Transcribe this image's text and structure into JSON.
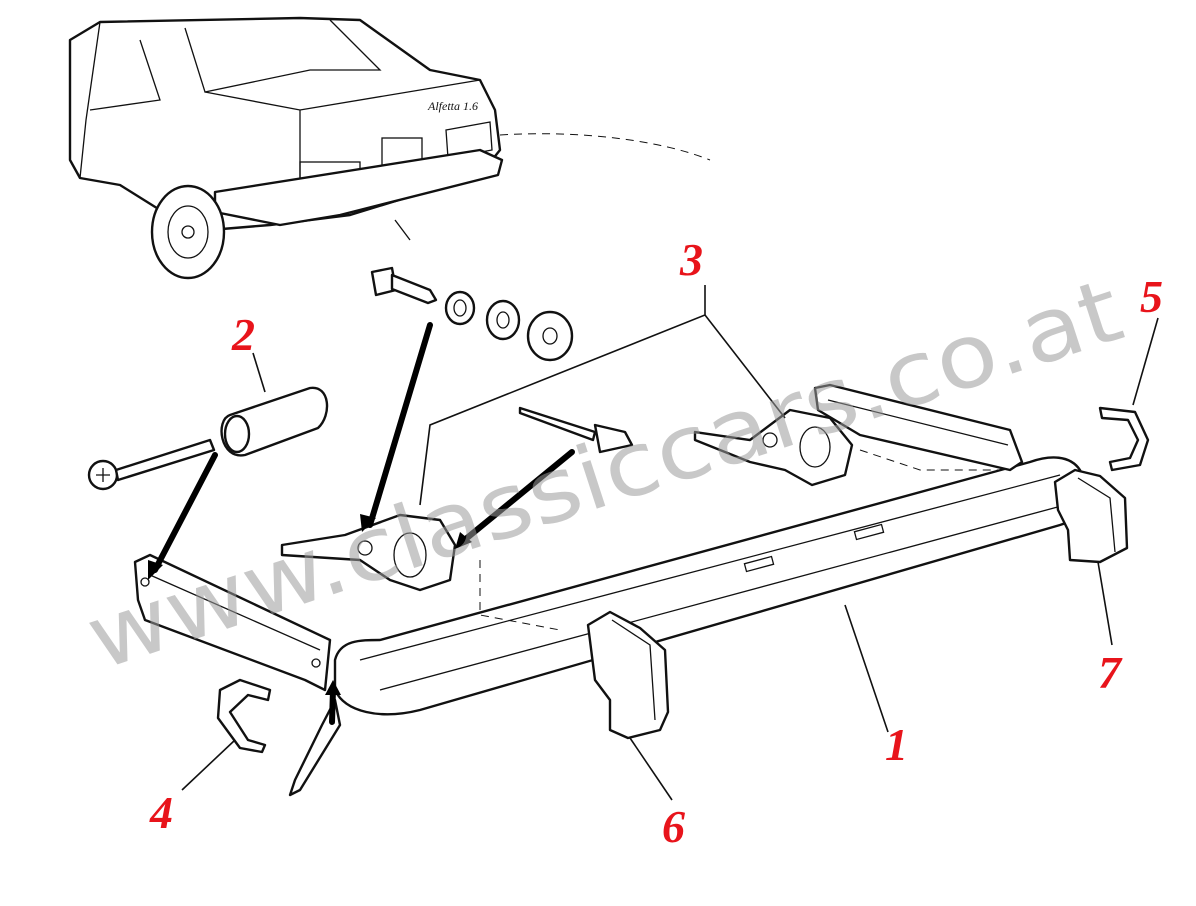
{
  "watermark": "www.classiccars.co.at",
  "car_badge": "Alfetta 1.6",
  "callouts": [
    {
      "id": "1",
      "label": "1"
    },
    {
      "id": "2",
      "label": "2"
    },
    {
      "id": "3",
      "label": "3"
    },
    {
      "id": "4",
      "label": "4"
    },
    {
      "id": "5",
      "label": "5"
    },
    {
      "id": "6",
      "label": "6"
    },
    {
      "id": "7",
      "label": "7"
    }
  ],
  "colors": {
    "callout": "#e8141b",
    "watermark": "#9a9a9a",
    "line": "#111111"
  }
}
